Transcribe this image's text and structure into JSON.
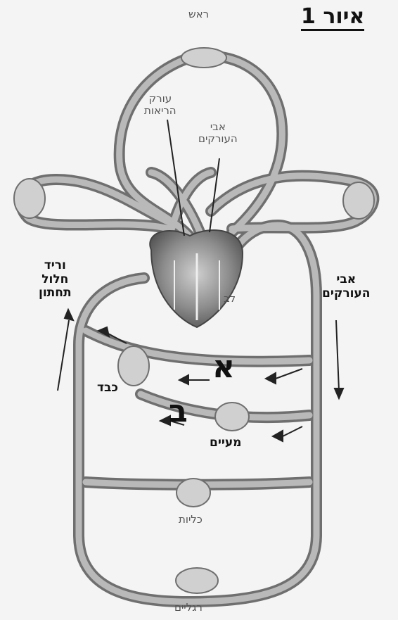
{
  "title": "איור 1",
  "labels": {
    "head": "ראש",
    "pulmonary_artery_1": "עורק",
    "pulmonary_artery_2": "הריאות",
    "aorta_top_1": "אבי",
    "aorta_top_2": "העורקים",
    "heart": "לב",
    "vena_cava_1": "וריד",
    "vena_cava_2": "חלול",
    "vena_cava_3": "תחתון",
    "aorta_right_1": "אבי",
    "aorta_right_2": "העורקים",
    "liver": "כבד",
    "intestines": "מעיים",
    "kidneys": "כליות",
    "legs": "רגליים"
  },
  "markers": {
    "a": "א",
    "b": "ב"
  },
  "colors": {
    "vessel": "#a8a8a8",
    "vessel_edge": "#6f6f6f",
    "heart": "#8c8c8c",
    "text": "#111111",
    "background": "#f4f4f4"
  }
}
